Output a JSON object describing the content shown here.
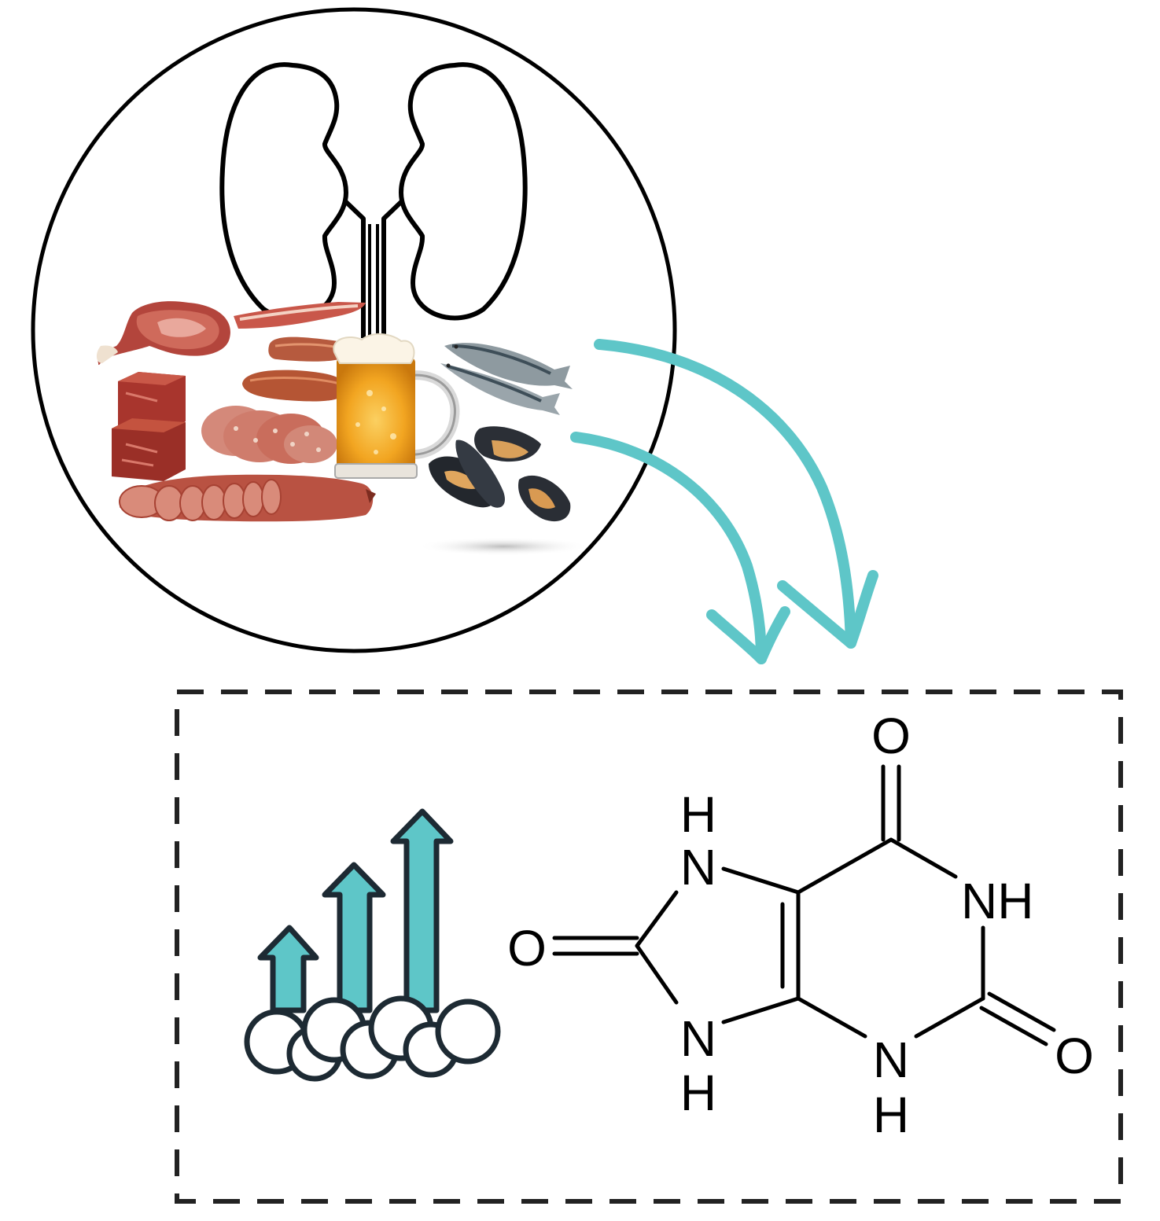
{
  "colors": {
    "accent": "#5ec6c8",
    "outline": "#000000",
    "dark_outline": "#1d2a33",
    "meat": "#b4473a",
    "beer": "#f2a521"
  },
  "panels": [
    {
      "name": "dietary-sources",
      "items": [
        "red-meat-steak",
        "bacon",
        "meat-cubes",
        "sausages",
        "salami",
        "beer-mug",
        "sardines",
        "mussels"
      ]
    },
    {
      "name": "elevated-level",
      "icon": "rising-arrows-icon"
    }
  ],
  "molecule": {
    "atoms": {
      "o_top": "O",
      "n7_n": "N",
      "n7_h": "H",
      "n1": "NH",
      "o_left": "O",
      "n9_n": "N",
      "n9_h": "H",
      "n3_n": "N",
      "n3_h": "H",
      "o_right": "O"
    }
  }
}
